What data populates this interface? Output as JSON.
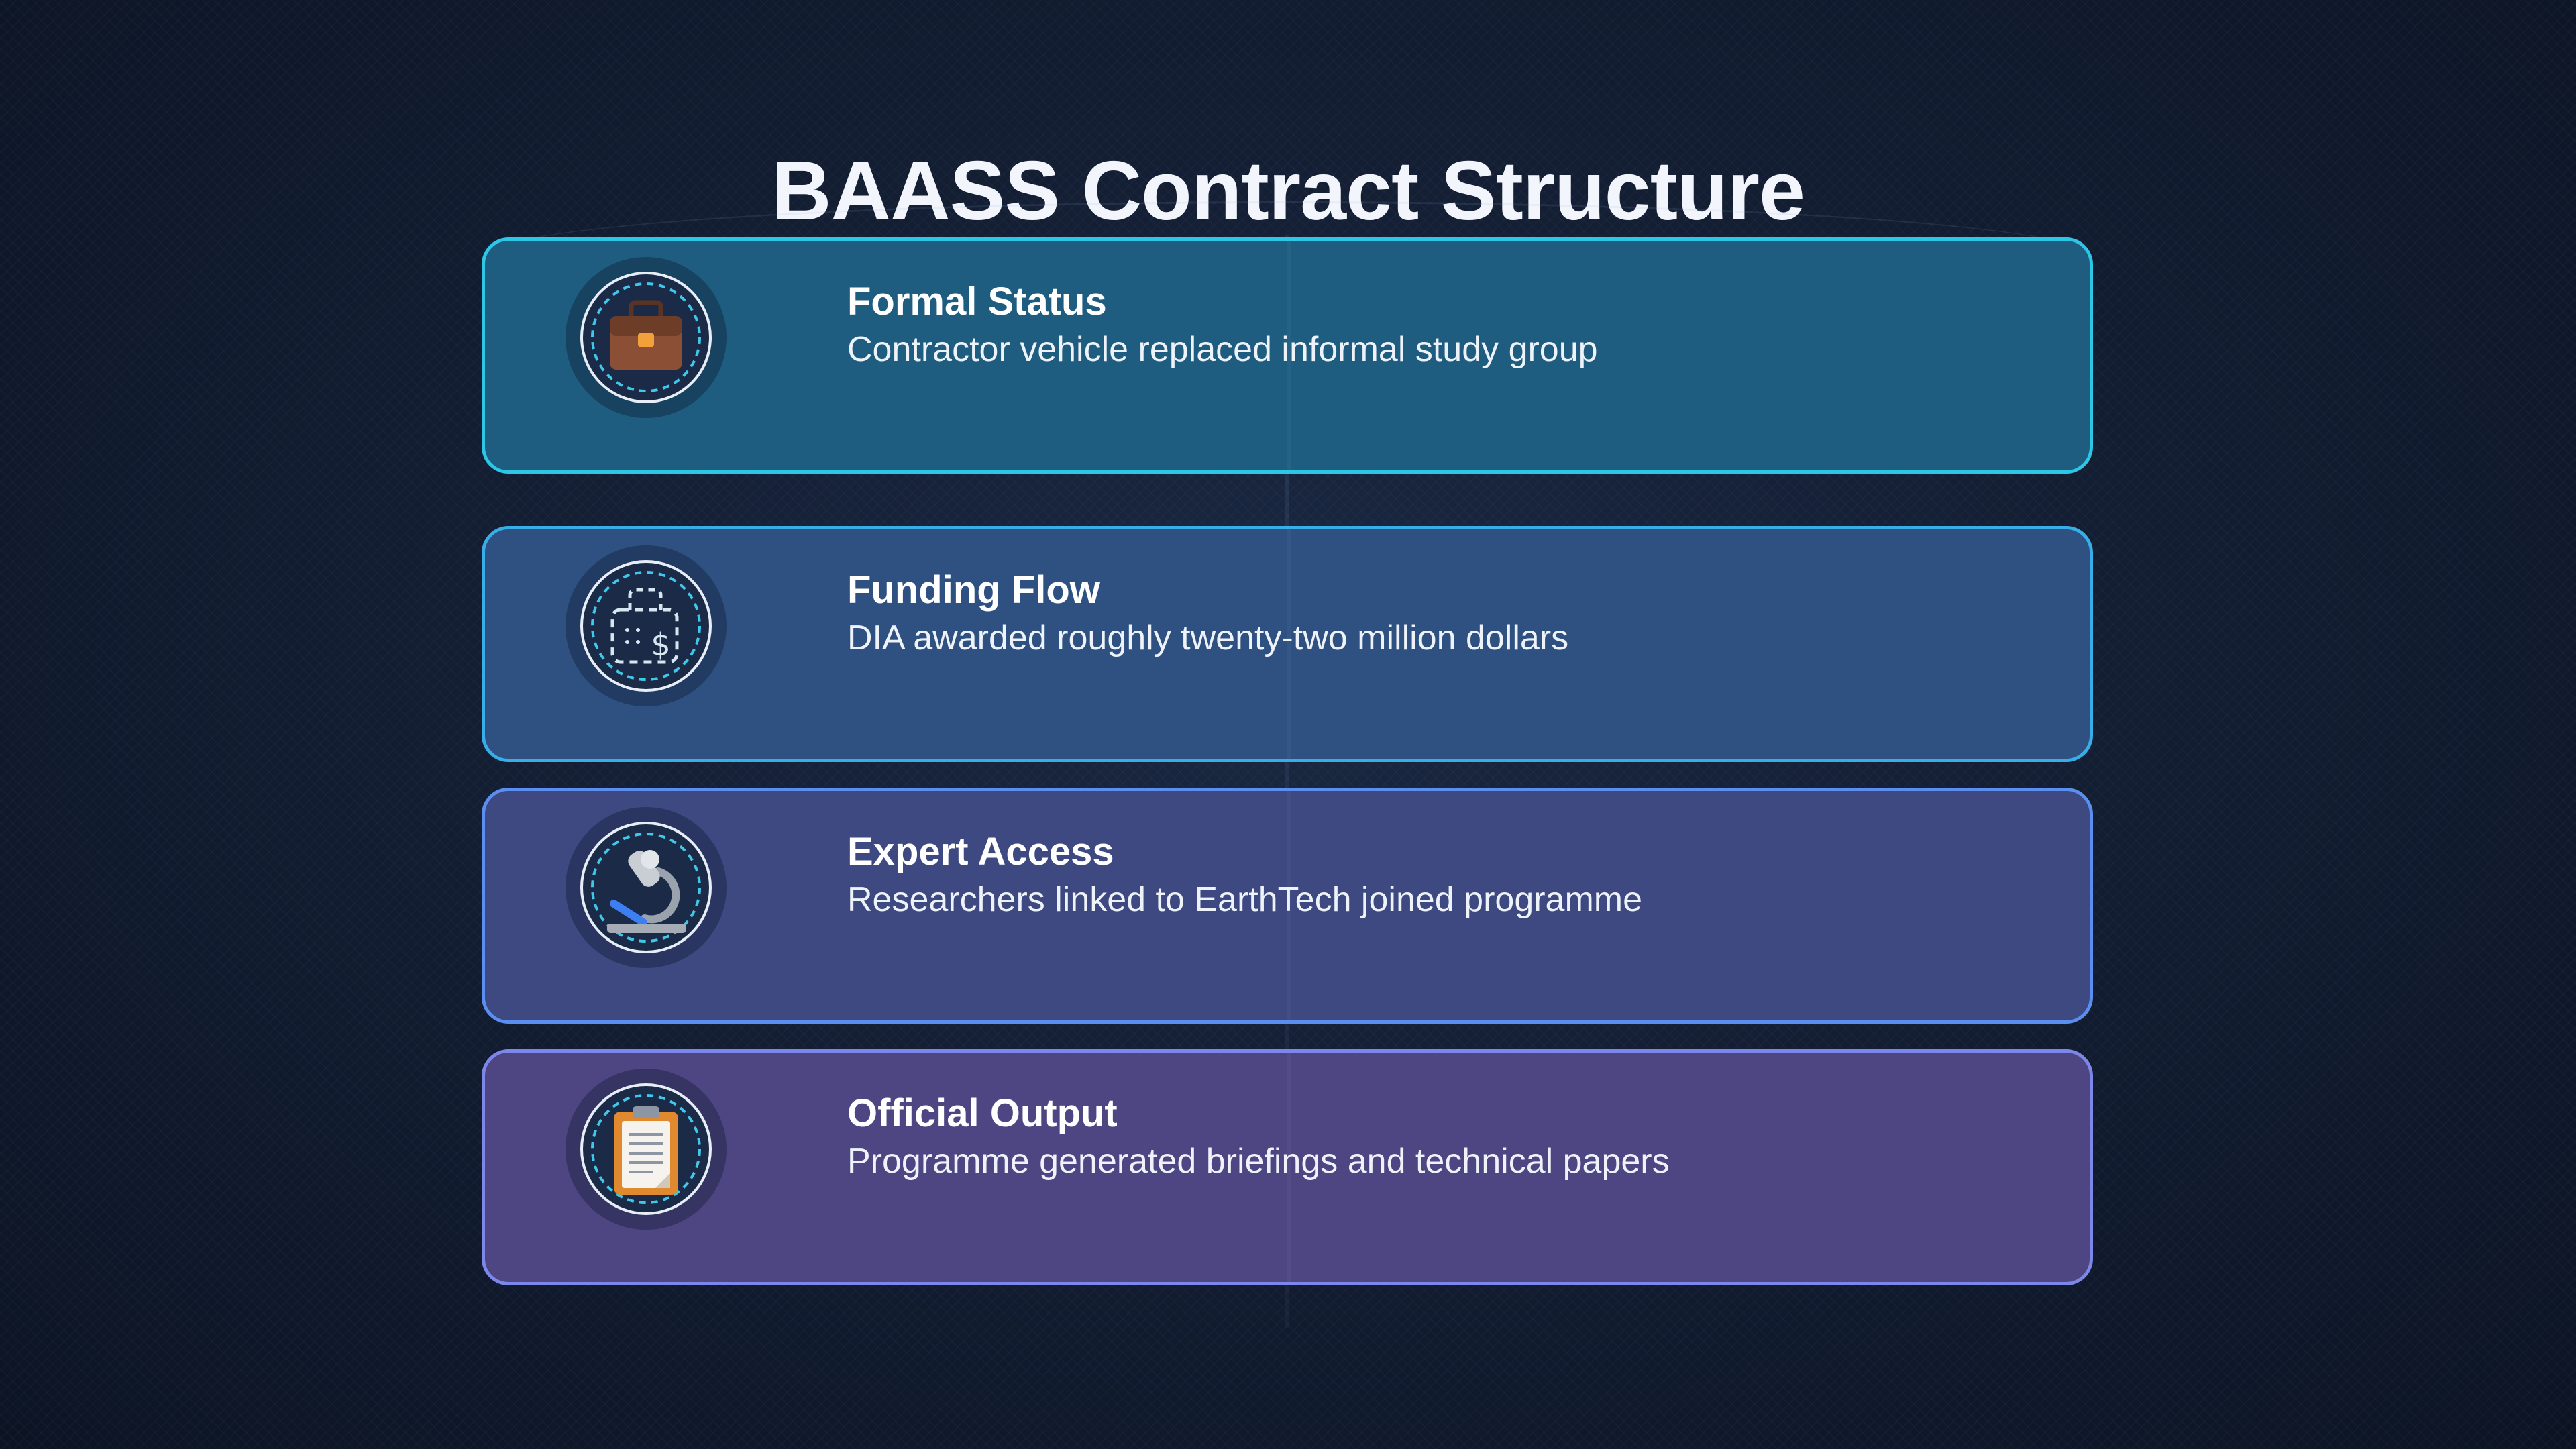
{
  "title": "BAASS Contract Structure",
  "cards": [
    {
      "heading": "Formal Status",
      "description": "Contractor vehicle replaced informal study group",
      "icon": "briefcase-icon",
      "fill": "#1f5d80",
      "border": "#2cc6e6"
    },
    {
      "heading": "Funding Flow",
      "description": "DIA awarded roughly twenty-two million dollars",
      "icon": "money-bag-icon",
      "fill": "#2e5181",
      "border": "#37aee8"
    },
    {
      "heading": "Expert Access",
      "description": "Researchers linked to EarthTech joined programme",
      "icon": "microscope-icon",
      "fill": "#3d4980",
      "border": "#5a8ef0"
    },
    {
      "heading": "Official Output",
      "description": "Programme generated briefings and technical papers",
      "icon": "clipboard-icon",
      "fill": "#4d4682",
      "border": "#7d87ea"
    }
  ]
}
